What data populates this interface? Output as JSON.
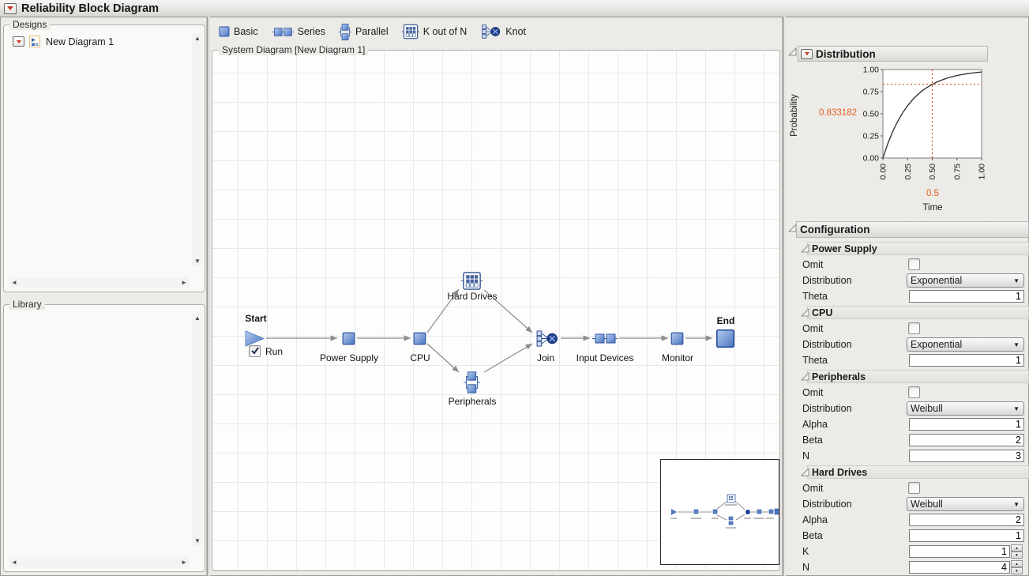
{
  "window": {
    "title": "Reliability Block Diagram"
  },
  "left_panel": {
    "designs": {
      "title": "Designs",
      "tree_items": [
        {
          "label": "New Diagram 1"
        }
      ]
    },
    "library": {
      "title": "Library"
    }
  },
  "toolbar": {
    "items": [
      {
        "icon": "basic-block-icon",
        "label": "Basic"
      },
      {
        "icon": "series-block-icon",
        "label": "Series"
      },
      {
        "icon": "parallel-block-icon",
        "label": "Parallel"
      },
      {
        "icon": "k-of-n-block-icon",
        "label": "K out of N"
      },
      {
        "icon": "knot-block-icon",
        "label": "Knot"
      }
    ]
  },
  "diagram": {
    "group_title": "System Diagram [New Diagram 1]",
    "start": {
      "label": "Start",
      "run_checkbox_label": "Run",
      "run_checked": true
    },
    "end": {
      "label": "End"
    },
    "nodes": [
      {
        "label": "Power Supply",
        "type": "basic"
      },
      {
        "label": "CPU",
        "type": "basic"
      },
      {
        "label": "Hard Drives",
        "type": "k-of-n"
      },
      {
        "label": "Peripherals",
        "type": "parallel"
      },
      {
        "label": "Join",
        "type": "knot"
      },
      {
        "label": "Input Devices",
        "type": "series"
      },
      {
        "label": "Monitor",
        "type": "basic"
      }
    ]
  },
  "distribution": {
    "title": "Distribution",
    "ylabel": "Probability",
    "xlabel": "Time",
    "crosshair_y_label": "0.833182",
    "crosshair_x_label": "0.5"
  },
  "chart_data": {
    "type": "line",
    "title": "Distribution",
    "xlabel": "Time",
    "ylabel": "Probability",
    "xlim": [
      0,
      1
    ],
    "ylim": [
      0,
      1
    ],
    "x_ticks": [
      "0.00",
      "0.25",
      "0.50",
      "0.75",
      "1.00"
    ],
    "y_ticks": [
      "0.00",
      "0.25",
      "0.50",
      "0.75",
      "1.00"
    ],
    "grid": false,
    "crosshair": {
      "x": 0.5,
      "y": 0.833182
    },
    "accent_color": "#d94426",
    "series": [
      {
        "name": "system-failure-probability",
        "x": [
          0,
          0.05,
          0.1,
          0.15,
          0.2,
          0.25,
          0.3,
          0.35,
          0.4,
          0.45,
          0.5,
          0.55,
          0.6,
          0.65,
          0.7,
          0.75,
          0.8,
          0.85,
          0.9,
          0.95,
          1.0
        ],
        "y": [
          0,
          0.164,
          0.301,
          0.416,
          0.511,
          0.5915,
          0.6585,
          0.7145,
          0.7613,
          0.8004,
          0.833182,
          0.8607,
          0.8834,
          0.9025,
          0.9184,
          0.9319,
          0.943,
          0.9524,
          0.9602,
          0.9667,
          0.9722
        ]
      }
    ]
  },
  "configuration": {
    "title": "Configuration",
    "sections": [
      {
        "title": "Power Supply",
        "rows": [
          {
            "label": "Omit",
            "control": "checkbox",
            "checked": false
          },
          {
            "label": "Distribution",
            "control": "dropdown",
            "value": "Exponential"
          },
          {
            "label": "Theta",
            "control": "input",
            "value": "1"
          }
        ]
      },
      {
        "title": "CPU",
        "rows": [
          {
            "label": "Omit",
            "control": "checkbox",
            "checked": false
          },
          {
            "label": "Distribution",
            "control": "dropdown",
            "value": "Exponential"
          },
          {
            "label": "Theta",
            "control": "input",
            "value": "1"
          }
        ]
      },
      {
        "title": "Peripherals",
        "rows": [
          {
            "label": "Omit",
            "control": "checkbox",
            "checked": false
          },
          {
            "label": "Distribution",
            "control": "dropdown",
            "value": "Weibull"
          },
          {
            "label": "Alpha",
            "control": "input",
            "value": "1"
          },
          {
            "label": "Beta",
            "control": "input",
            "value": "2"
          },
          {
            "label": "N",
            "control": "input",
            "value": "3"
          }
        ]
      },
      {
        "title": "Hard Drives",
        "rows": [
          {
            "label": "Omit",
            "control": "checkbox",
            "checked": false
          },
          {
            "label": "Distribution",
            "control": "dropdown",
            "value": "Weibull"
          },
          {
            "label": "Alpha",
            "control": "input",
            "value": "2"
          },
          {
            "label": "Beta",
            "control": "input",
            "value": "1"
          },
          {
            "label": "K",
            "control": "spinner",
            "value": "1"
          },
          {
            "label": "N",
            "control": "spinner",
            "value": "4"
          }
        ]
      }
    ]
  }
}
